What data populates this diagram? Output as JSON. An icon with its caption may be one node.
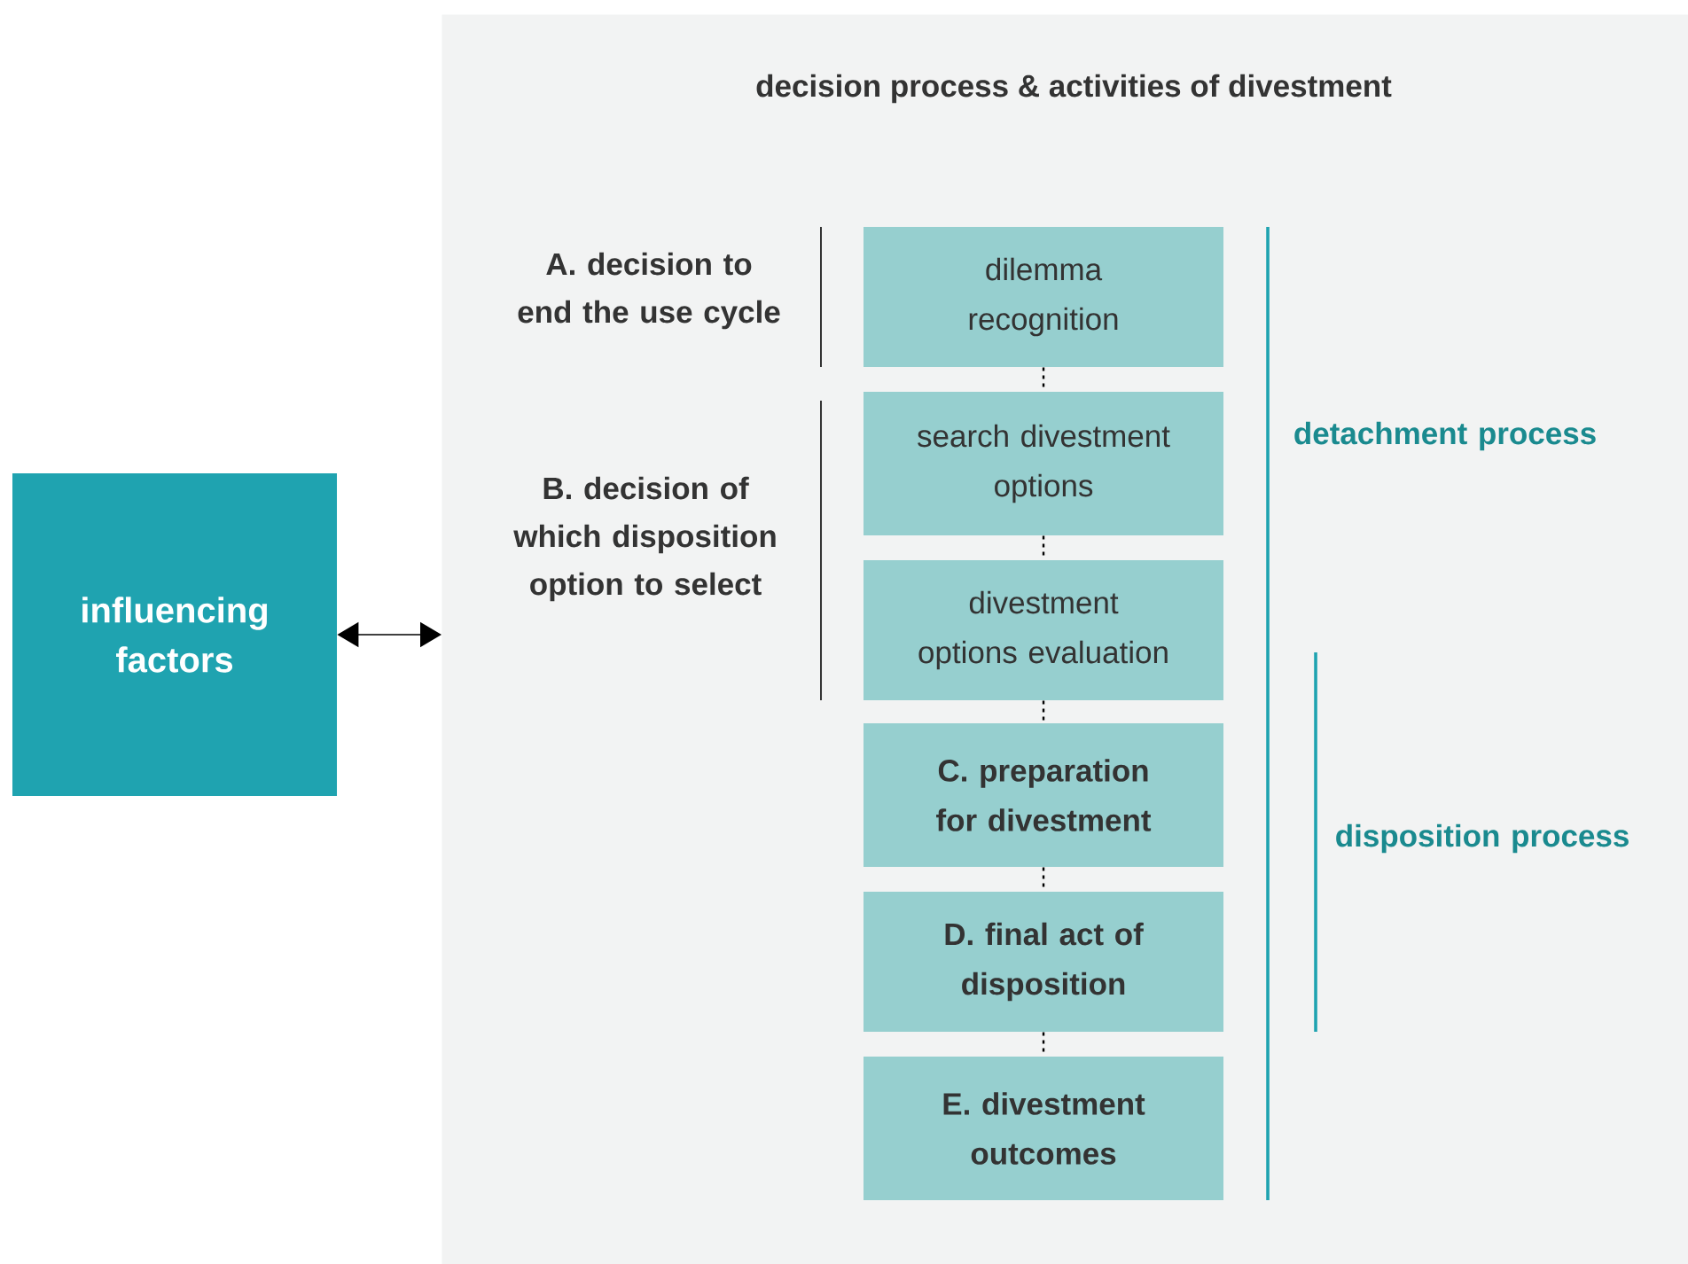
{
  "diagram": {
    "nodes": [
      {
        "text": [
          "decision process & activities of divestment"
        ]
      },
      {
        "text": [
          "influencing factors"
        ]
      },
      {
        "text": [
          "dilemma recognition"
        ],
        "in": 0
      },
      {
        "text": [
          "search divestment options"
        ],
        "in": 0
      },
      {
        "text": [
          "divestment options evaluation"
        ],
        "in": 0
      },
      {
        "text": [
          "C. preparation for divestment"
        ],
        "in": 0
      },
      {
        "text": [
          "D. final act of disposition"
        ],
        "in": 0
      },
      {
        "text": [
          "E. divestment outcomes"
        ],
        "in": 0
      }
    ],
    "edges": [
      {
        "from": 1,
        "to": 0,
        "arrow": "both"
      },
      {
        "from": 2,
        "to": 3,
        "arrow": "none",
        "style": "dashed"
      },
      {
        "from": 3,
        "to": 4,
        "arrow": "none",
        "style": "dashed"
      },
      {
        "from": 4,
        "to": 5,
        "arrow": "none",
        "style": "dashed"
      },
      {
        "from": 5,
        "to": 6,
        "arrow": "none",
        "style": "dashed"
      },
      {
        "from": 6,
        "to": 7,
        "arrow": "none",
        "style": "dashed"
      }
    ],
    "labels": [
      "A. decision to end the use cycle",
      "detachment process",
      "B. decision of which disposition option to select",
      "disposition process"
    ]
  }
}
